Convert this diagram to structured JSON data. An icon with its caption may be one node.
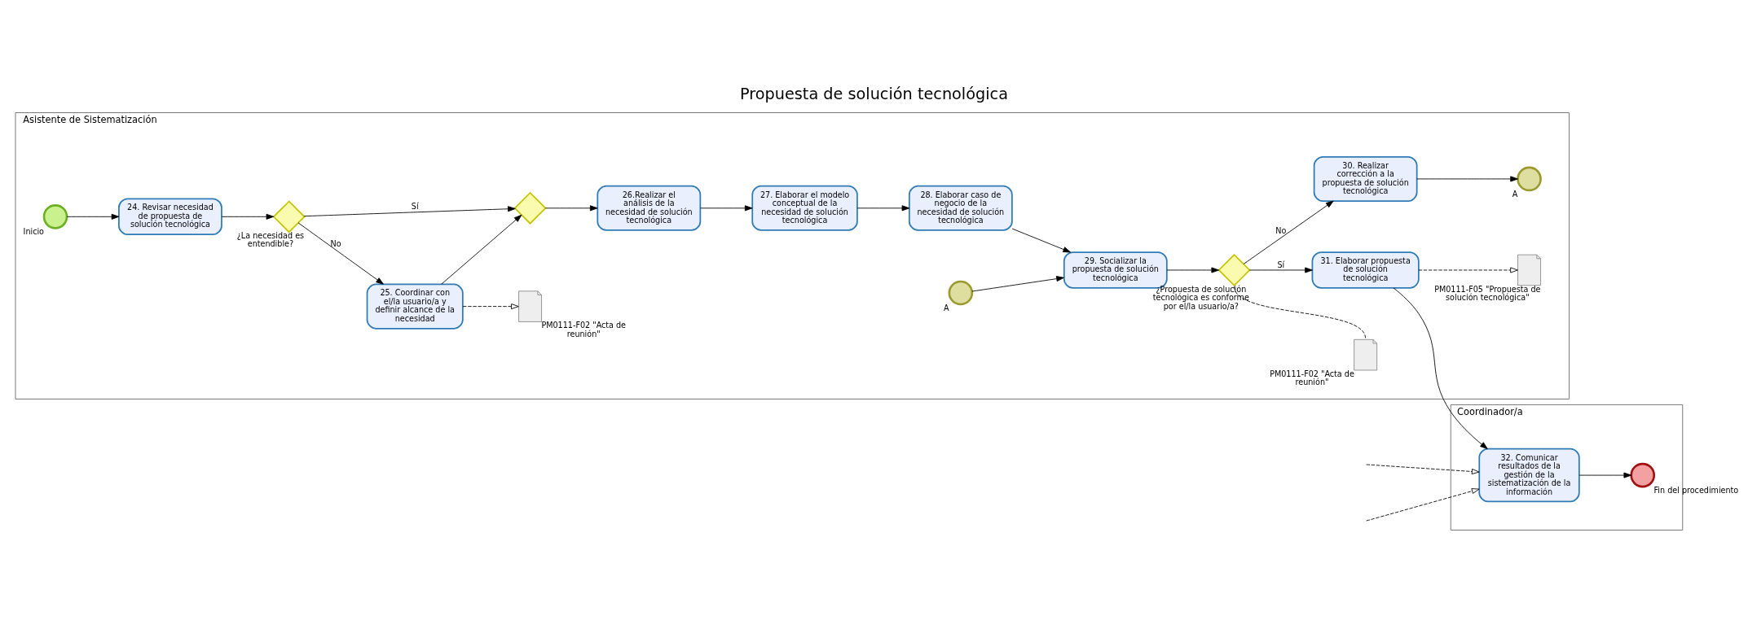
{
  "diagram": {
    "title": "Propuesta de solución tecnológica",
    "nodes": [
      {
        "text": [
          "Asistente de Sistematización"
        ]
      },
      {
        "text": [
          "Coordinador/a"
        ]
      },
      {
        "text": [],
        "shape": "circle",
        "beside": [
          "Inicio"
        ],
        "in": 0
      },
      {
        "text": [
          "24. Revisar necesidad de propuesta de solución tecnológica"
        ],
        "in": 0
      },
      {
        "text": [],
        "shape": "diamond",
        "beside": [
          "¿La necesidad es entendible?"
        ],
        "in": 0
      },
      {
        "text": [
          "25. Coordinar con el/la usuario/a y definir alcance de la necesidad"
        ],
        "in": 0
      },
      {
        "text": [],
        "shape": "document",
        "beside": [
          "PM0111-F02 \"Acta de reunión\""
        ],
        "in": 0
      },
      {
        "text": [],
        "shape": "diamond",
        "in": 0
      },
      {
        "text": [
          "26.Realizar el análisis de la necesidad de solución tecnológica"
        ],
        "in": 0
      },
      {
        "text": [
          "27. Elaborar el modelo conceptual de la necesidad de solución tecnológica"
        ],
        "in": 0
      },
      {
        "text": [
          "28. Elaborar caso de negocio de la necesidad de solución tecnológica"
        ],
        "in": 0
      },
      {
        "text": [],
        "shape": "circle",
        "beside": [
          "A"
        ],
        "in": 0
      },
      {
        "text": [
          "29. Socializar la propuesta de solución tecnológica"
        ],
        "in": 0
      },
      {
        "text": [],
        "shape": "diamond",
        "beside": [
          "¿Propuesta de solución tecnológica es conforme por el/la usuario/a?"
        ],
        "in": 0
      },
      {
        "text": [
          "30. Realizar corrección a la propuesta de solución tecnológica"
        ],
        "in": 0
      },
      {
        "text": [],
        "shape": "circle",
        "beside": [
          "A"
        ],
        "in": 0
      },
      {
        "text": [],
        "shape": "document",
        "beside": [
          "PM0111-F02 \"Acta de reunión\""
        ],
        "in": 0
      },
      {
        "text": [
          "31. Elaborar propuesta de solución tecnológica"
        ],
        "in": 0
      },
      {
        "text": [],
        "shape": "document",
        "beside": [
          "PM0111-F05 \"Propuesta de solución tecnológica\""
        ],
        "in": 0
      },
      {
        "text": [
          "32. Comunicar resultados de la gestión de la sistematización de la información"
        ],
        "in": 1
      },
      {
        "text": [],
        "shape": "circle",
        "beside": [
          "Fin del procedimiento"
        ],
        "in": 1
      }
    ],
    "edges": [
      {
        "from": 2,
        "to": 3,
        "arrow": "to"
      },
      {
        "from": 3,
        "to": 4,
        "arrow": "to"
      },
      {
        "from": 4,
        "to": 5,
        "arrow": "to",
        "label": "No"
      },
      {
        "from": 4,
        "to": 7,
        "arrow": "to",
        "label": "Sí"
      },
      {
        "from": 5,
        "to": 7,
        "arrow": "to"
      },
      {
        "from": 5,
        "to": 6,
        "arrow": "to",
        "style": "dashed"
      },
      {
        "from": 7,
        "to": 8,
        "arrow": "to"
      },
      {
        "from": 8,
        "to": 9,
        "arrow": "to"
      },
      {
        "from": 9,
        "to": 10,
        "arrow": "to"
      },
      {
        "from": 10,
        "to": 12,
        "arrow": "to"
      },
      {
        "from": 11,
        "to": 12,
        "arrow": "to"
      },
      {
        "from": 12,
        "to": 13,
        "arrow": "to"
      },
      {
        "from": 13,
        "to": 14,
        "arrow": "to",
        "label": "No"
      },
      {
        "from": 14,
        "to": 15,
        "arrow": "to"
      },
      {
        "from": 13,
        "to": 17,
        "arrow": "to",
        "label": "Sí"
      },
      {
        "from": 13,
        "to": 16,
        "arrow": "none",
        "style": "dashed"
      },
      {
        "from": 17,
        "to": 18,
        "arrow": "to",
        "style": "dashed"
      },
      {
        "from": 17,
        "to": 19,
        "arrow": "to"
      },
      {
        "from": 19,
        "to": 20,
        "arrow": "to"
      },
      {
        "from": null,
        "to": 19,
        "arrow": "to",
        "style": "dashed"
      },
      {
        "from": null,
        "to": 19,
        "arrow": "to",
        "style": "dashed"
      }
    ]
  }
}
